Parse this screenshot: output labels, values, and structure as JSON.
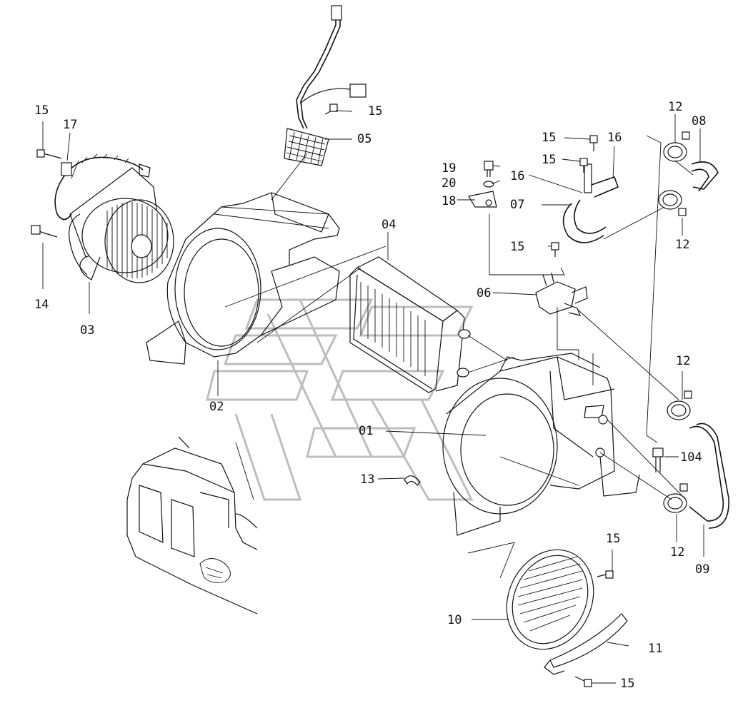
{
  "diagram": {
    "labels": {
      "p01": "01",
      "p02": "02",
      "p03": "03",
      "p04": "04",
      "p05": "05",
      "p06": "06",
      "p07": "07",
      "p08": "08",
      "p09": "09",
      "p10": "10",
      "p11": "11",
      "p12a": "12",
      "p12b": "12",
      "p12c": "12",
      "p12d": "12",
      "p13": "13",
      "p14": "14",
      "p15a": "15",
      "p15b": "15",
      "p15c": "15",
      "p15d": "15",
      "p15e": "15",
      "p15f": "15",
      "p15g": "15",
      "p16a": "16",
      "p16b": "16",
      "p17": "17",
      "p18": "18",
      "p19": "19",
      "p20": "20",
      "p104": "104"
    }
  }
}
